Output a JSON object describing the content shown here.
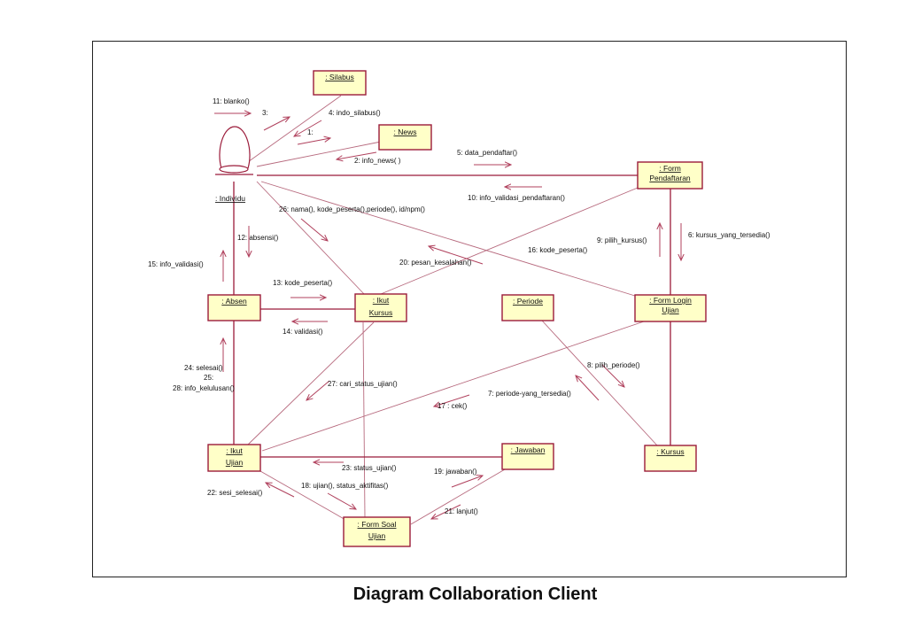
{
  "caption": "Diagram Collaboration Client",
  "actor": {
    "label": ": Individu"
  },
  "objects": {
    "silabus": ": Silabus",
    "news": ": News",
    "form_pendaftaran": [
      ": Form",
      "Pendaftaran"
    ],
    "absen": ": Absen",
    "ikut_kursus": [
      ": Ikut",
      "Kursus"
    ],
    "periode": ": Periode",
    "form_login_ujian": [
      ": Form Login",
      "Ujian"
    ],
    "ikut_ujian": [
      ": Ikut",
      "Ujian"
    ],
    "jawaban": ": Jawaban",
    "kursus": ": Kursus",
    "form_soal_ujian": [
      ": Form Soal",
      "Ujian"
    ]
  },
  "messages": {
    "m11": "11: blanko()",
    "m3": "3:",
    "m4": "4: indo_silabus()",
    "m1": "1:",
    "m2": "2: info_news( )",
    "m5": "5: data_pendaftar()",
    "m10": "10: info_validasi_pendaftaran()",
    "m26": "26: nama(), kode_peserta(),periode(), id/npm()",
    "m12": "12: absensi()",
    "m9": "9: pilih_kursus()",
    "m6": "6: kursus_yang_tersedia()",
    "m16": "16: kode_peserta()",
    "m20": "20: pesan_kesalahan()",
    "m15": "15: info_validasi()",
    "m13": "13: kode_peserta()",
    "m14": "14: validasi()",
    "m24": "24: selesai()",
    "m25": "25:",
    "m28": "28: info_kelulusan()",
    "m27": "27: cari_status_ujian()",
    "m8": "8: pilih_periode()",
    "m7": "7: periode-yang_tersedia()",
    "m17": "17 : cek()",
    "m23": "23: status_ujian()",
    "m19": "19: jawaban()",
    "m18": "18: ujian(), status_aktifitas()",
    "m22": "22: sesi_selesai()",
    "m21": "21: lanjut()"
  }
}
